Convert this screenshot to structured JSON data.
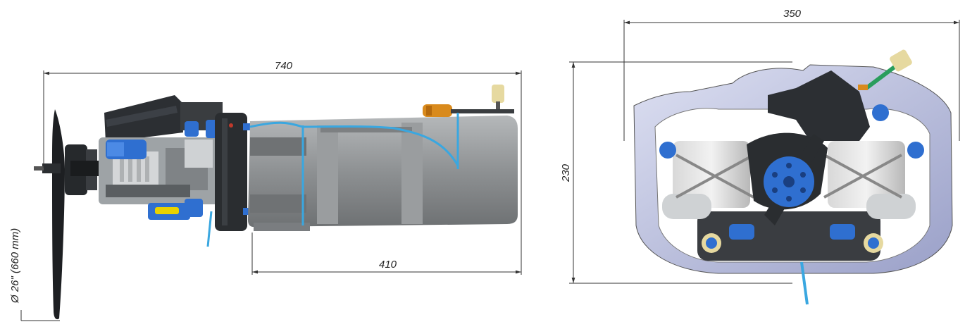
{
  "dimensions": {
    "side_length": "740",
    "tank_length": "410",
    "prop_diameter": "Ø 26\" (660 mm)",
    "front_width": "350",
    "front_height": "230"
  },
  "colors": {
    "line": "#333333",
    "engine_gray": "#9ea3a6",
    "tank_gray": "#8c8f91",
    "dark": "#2c2f33",
    "blue": "#2f6fd0",
    "hose": "#3aa7e0",
    "yellow": "#e8d100",
    "orange": "#d98a1c",
    "shroud": "#c3c8e6"
  }
}
